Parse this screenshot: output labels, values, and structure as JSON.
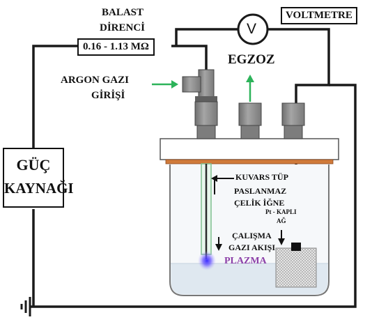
{
  "labels": {
    "ballast_title_1": "BALAST",
    "ballast_title_2": "DİRENCİ",
    "ballast_value": "0.16 - 1.13 MΩ",
    "voltmeter": "VOLTMETRE",
    "voltmeter_symbol": "V",
    "exhaust": "EGZOZ",
    "argon_1": "ARGON GAZI",
    "argon_2": "GİRİŞİ",
    "power_1": "GÜÇ",
    "power_2": "KAYNAĞI",
    "quartz_tube": "KUVARS TÜP",
    "needle_1": "PASLANMAZ",
    "needle_2": "ÇELİK İĞNE",
    "mesh_1": "Pt - KAPLI",
    "mesh_2": "AĞ",
    "gasflow_1": "ÇALIŞMA",
    "gasflow_2": "GAZI AKIŞI",
    "plasma": "PLAZMA"
  },
  "colors": {
    "wire": "#1a1a1a",
    "arrow_green": "#2db35a",
    "plasma_text": "#8b3fa8",
    "plasma_glow": "#5a3cff",
    "lid_stripe": "#d07a3a",
    "fitting": "#8c8c8c",
    "liquid": "#dfe8f0",
    "quartz": "#bfe3c8"
  }
}
